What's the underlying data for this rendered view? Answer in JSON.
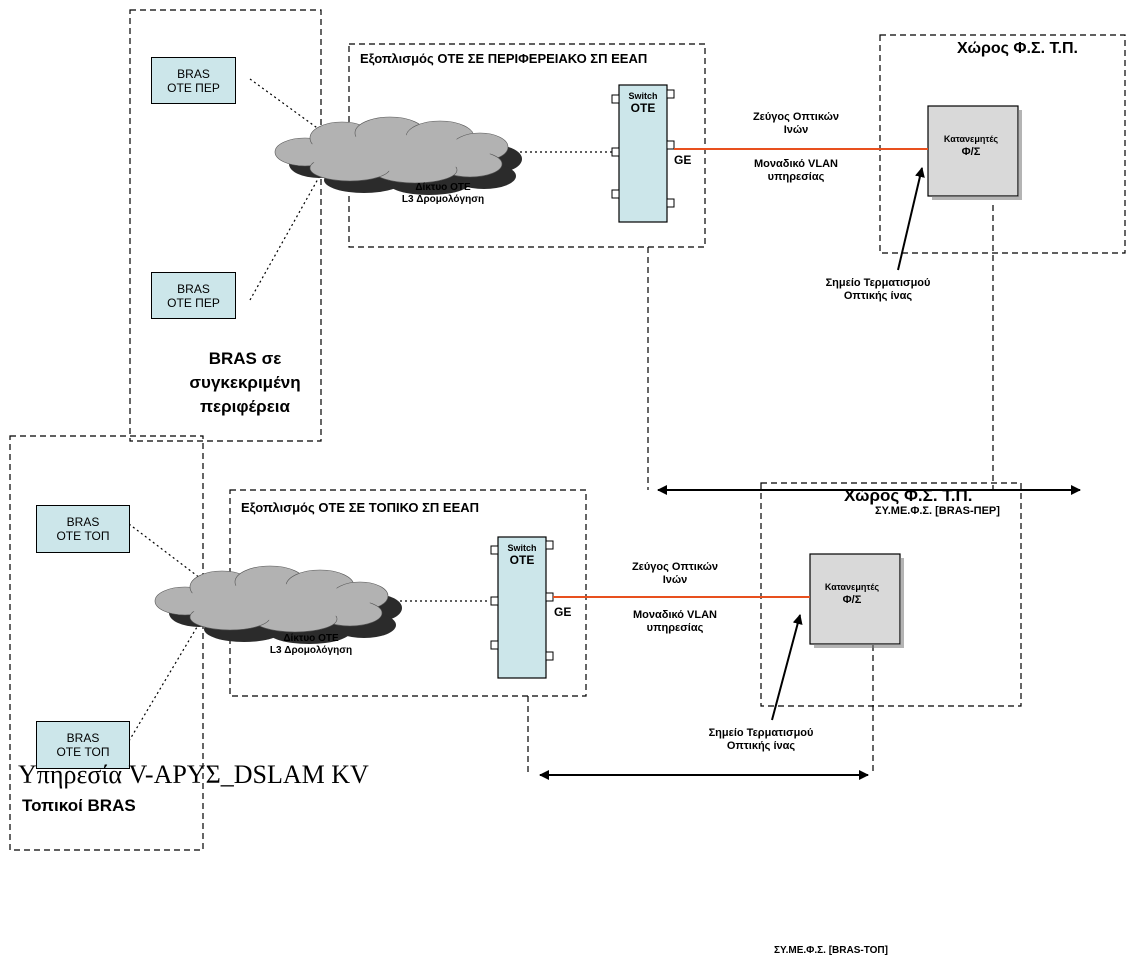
{
  "regional": {
    "bras_top": "BRAS OTE ΠΕΡ",
    "bras_bottom": "BRAS OTE ΠΕΡ",
    "group_label": "BRAS σε συγκεκριμένη περιφέρεια",
    "equipment_title": "Εξοπλισμός ΟΤΕ ΣΕ ΠΕΡΙΦΕΡΕΙΑΚΟ ΣΠ ΕΕΑΠ",
    "cloud_line1": "Δίκτυο ΟΤΕ",
    "cloud_line2": "L3 Δρομολόγηση",
    "switch_small": "Switch",
    "switch_big": "OTE",
    "ge": "GE",
    "fiber_line1": "Ζεύγος Οπτικών",
    "fiber_line2": "Ινών",
    "vlan_line1": "Μοναδικό VLAN",
    "vlan_line2": "υπηρεσίας",
    "space_title": "Χώρος Φ.Σ. Τ.Π.",
    "distributor_line1": "Κατανεμητές",
    "distributor_line2": "Φ/Σ",
    "termination_line1": "Σημείο Τερματισμού",
    "termination_line2": "Οπτικής ίνας",
    "symefs": "ΣΥ.ΜΕ.Φ.Σ. [BRAS-ΠΕΡ]"
  },
  "local": {
    "bras_top": "BRAS OTE ΤΟΠ",
    "bras_bottom": "BRAS OTE ΤΟΠ",
    "group_label": "Τοπικοί BRAS",
    "equipment_title": "Εξοπλισμός ΟΤΕ ΣΕ ΤΟΠΙΚΟ ΣΠ ΕΕΑΠ",
    "cloud_line1": "Δίκτυο ΟΤΕ",
    "cloud_line2": "L3 Δρομολόγηση",
    "switch_small": "Switch",
    "switch_big": "OTE",
    "ge": "GE",
    "fiber_line1": "Ζεύγος Οπτικών",
    "fiber_line2": "Ινών",
    "vlan_line1": "Μοναδικό VLAN",
    "vlan_line2": "υπηρεσίας",
    "space_title": "Χώρος Φ.Σ. Τ.Π.",
    "distributor_line1": "Κατανεμητές",
    "distributor_line2": "Φ/Σ",
    "termination_line1": "Σημείο Τερματισμού",
    "termination_line2": "Οπτικής ίνας",
    "symefs": "ΣΥ.ΜΕ.Φ.Σ. [BRAS-ΤΟΠ]"
  },
  "service_title": "Υπηρεσία V-ΑΡΥΣ_DSLAM KV",
  "colors": {
    "bras_fill": "#cce6ea",
    "switch_fill": "#cce6ea",
    "distributor_fill": "#d9d9d9",
    "fiber_line": "#e8501e",
    "cloud_fill": "#b2b2b2",
    "cloud_shadow": "#2b2b2b"
  }
}
